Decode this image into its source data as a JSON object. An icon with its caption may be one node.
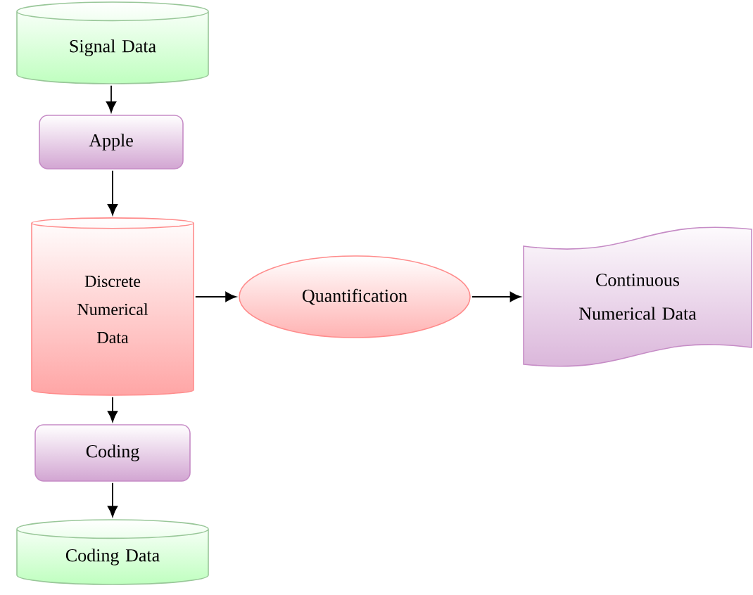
{
  "diagram": {
    "nodes": [
      {
        "text": [
          "Signal Data"
        ]
      },
      {
        "text": [
          "Apple"
        ]
      },
      {
        "text": [
          "Discrete Numerical Data"
        ]
      },
      {
        "text": [
          "Quantification"
        ]
      },
      {
        "text": [
          "Continuous Numerical Data"
        ]
      },
      {
        "text": [
          "Coding"
        ]
      },
      {
        "text": [
          "Coding Data"
        ]
      }
    ],
    "edges": [
      {
        "from": 0,
        "to": 1,
        "arrow": "to"
      },
      {
        "from": 1,
        "to": 2,
        "arrow": "to"
      },
      {
        "from": 2,
        "to": 3,
        "arrow": "to"
      },
      {
        "from": 3,
        "to": 4,
        "arrow": "to"
      },
      {
        "from": 2,
        "to": 5,
        "arrow": "to"
      },
      {
        "from": 5,
        "to": 6,
        "arrow": "to"
      }
    ]
  }
}
